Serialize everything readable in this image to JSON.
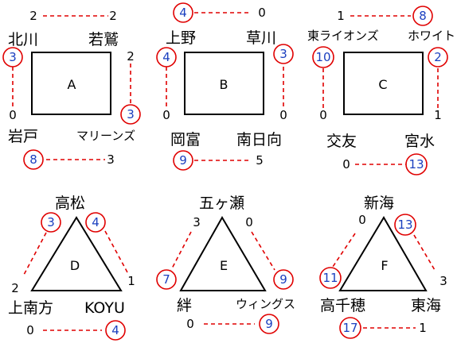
{
  "groups": {
    "A": {
      "label": "A",
      "teams": [
        "北川",
        "若鷲",
        "岩戸",
        "マリーンズ"
      ],
      "scores": {
        "top_left": "2",
        "top_right": "2",
        "left_top": "3",
        "left_bottom": "0",
        "right_top": "2",
        "right_bottom": "3",
        "bottom_left": "8",
        "bottom_right": "3"
      }
    },
    "B": {
      "label": "B",
      "teams": [
        "上野",
        "草川",
        "岡富",
        "南日向"
      ],
      "scores": {
        "top_left": "4",
        "top_right": "0",
        "left_top": "4",
        "left_bottom": "0",
        "right_top": "3",
        "right_bottom": "0",
        "bottom_left": "9",
        "bottom_right": "5"
      }
    },
    "C": {
      "label": "C",
      "teams": [
        "東ライオンズ",
        "ホワイト",
        "交友",
        "宮水"
      ],
      "scores": {
        "top_left": "1",
        "top_right": "8",
        "left_top": "10",
        "left_bottom": "0",
        "right_top": "2",
        "right_bottom": "1",
        "bottom_left": "0",
        "bottom_right": "13"
      }
    },
    "D": {
      "label": "D",
      "teams": [
        "高松",
        "上南方",
        "KOYU"
      ],
      "scores": {
        "top_left": "3",
        "top_right": "4",
        "left": "2",
        "right": "1",
        "bottom_left": "0",
        "bottom_right": "4"
      }
    },
    "E": {
      "label": "E",
      "teams": [
        "五ヶ瀬",
        "絆",
        "ウィングス"
      ],
      "scores": {
        "top_left": "3",
        "top_right": "0",
        "left": "7",
        "right": "9",
        "bottom_left": "0",
        "bottom_right": "9"
      }
    },
    "F": {
      "label": "F",
      "teams": [
        "新海",
        "高千穂",
        "東海"
      ],
      "scores": {
        "top_left": "0",
        "top_right": "13",
        "left": "11",
        "right": "3",
        "bottom_left": "17",
        "bottom_right": "1"
      }
    }
  },
  "colors": {
    "winner_ring": "#e00000",
    "winner_text": "#1a3fbf",
    "dash": "#e00000",
    "outline": "#000000"
  }
}
